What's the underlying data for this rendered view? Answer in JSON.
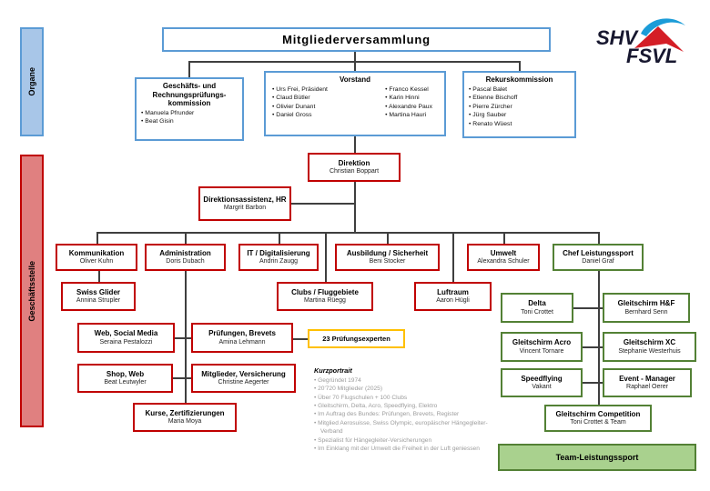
{
  "sidebar": {
    "organe": "Organe",
    "geschaeftsstelle": "Geschäftsstelle"
  },
  "logo": {
    "shv": "SHV",
    "fsvl": "FSVL"
  },
  "colors": {
    "blue_border": "#5b9bd5",
    "red_border": "#c00000",
    "green_border": "#538135",
    "yellow_border": "#ffc000",
    "green_fill": "#a9d18e",
    "organe_fill": "#a8c6e8",
    "geschaeftsstelle_fill": "#e08080",
    "logo_blue": "#1b9cd8",
    "logo_red": "#d41e26"
  },
  "nodes": {
    "mitgliederversammlung": {
      "title": "Mitgliederversammlung"
    },
    "gpk": {
      "title_lines": [
        "Geschäfts- und",
        "Rechnungsprüfungs-",
        "kommission"
      ],
      "members": [
        "Manuela Pfrunder",
        "Beat Gisin"
      ]
    },
    "vorstand": {
      "title": "Vorstand",
      "col1": [
        "Urs Frei, Präsident",
        "Claud Bütler",
        "Olivier Dunant",
        "Daniel Gross"
      ],
      "col2": [
        "Franco Kessel",
        "Karin Hinni",
        "Alexandre Paux",
        "Martina Hauri"
      ]
    },
    "rekurskommission": {
      "title": "Rekurskommission",
      "members": [
        "Pascal Balet",
        "Etienne Bischoff",
        "Pierre Zürcher",
        "Jürg Sauber",
        "Renato Wüest"
      ]
    },
    "direktion": {
      "title": "Direktion",
      "person": "Christian Boppart"
    },
    "direktionsassistenz": {
      "title": "Direktionsassistenz, HR",
      "person": "Margrit Barbon"
    },
    "kommunikation": {
      "title": "Kommunikation",
      "person": "Oliver Kuhn"
    },
    "administration": {
      "title": "Administration",
      "person": "Doris Dubach"
    },
    "it": {
      "title": "IT / Digitalisierung",
      "person": "Andrin Zaugg"
    },
    "ausbildung": {
      "title": "Ausbildung / Sicherheit",
      "person": "Beni Stocker"
    },
    "umwelt": {
      "title": "Umwelt",
      "person": "Alexandra Schuler"
    },
    "chef_leistungssport": {
      "title": "Chef Leistungssport",
      "person": "Daniel Graf"
    },
    "swiss_glider": {
      "title": "Swiss Glider",
      "person": "Annina Strupler"
    },
    "clubs": {
      "title": "Clubs / Fluggebiete",
      "person": "Martina Rüegg"
    },
    "luftraum": {
      "title": "Luftraum",
      "person": "Aaron Hügli"
    },
    "delta": {
      "title": "Delta",
      "person": "Toni Crottet"
    },
    "gleitschirm_hf": {
      "title": "Gleitschirm H&F",
      "person": "Bernhard Senn"
    },
    "web_social": {
      "title": "Web, Social Media",
      "person": "Seraina Pestalozzi"
    },
    "pruefungen": {
      "title": "Prüfungen, Brevets",
      "person": "Amina Lehmann"
    },
    "pruefungsexperten": {
      "title": "23 Prüfungsexperten"
    },
    "gleitschirm_acro": {
      "title": "Gleitschirm Acro",
      "person": "Vincent Tornare"
    },
    "gleitschirm_xc": {
      "title": "Gleitschirm XC",
      "person": "Stephanie Westerhuis"
    },
    "shop_web": {
      "title": "Shop, Web",
      "person": "Beat Leutwyler"
    },
    "mitglieder": {
      "title": "Mitglieder, Versicherung",
      "person": "Christine Aegerter"
    },
    "speedflying": {
      "title": "Speedflying",
      "person": "Vakant"
    },
    "event_manager": {
      "title": "Event - Manager",
      "person": "Raphael Oerer"
    },
    "kurse": {
      "title": "Kurse, Zertifizierungen",
      "person": "Maria Moya"
    },
    "gleitschirm_competition": {
      "title": "Gleitschirm Competition",
      "person": "Toni Crottet & Team"
    },
    "team_leistungssport": {
      "title": "Team-Leistungssport"
    }
  },
  "kurzportrait": {
    "title": "Kurzportrait",
    "items": [
      "Gegründet 1974",
      "20'720 Mitglieder (2025)",
      "Über 70 Flugschulen + 100 Clubs",
      "Gleitschirm, Delta, Acro, Speedflying, Elektro",
      "Im Auftrag des Bundes: Prüfungen, Brevets, Register",
      "Mitglied Aerosuisse, Swiss Olympic, europäischer Hängegleiter-Verband",
      "Spezialist für Hängegleiter-Versicherungen",
      "Im Einklang mit der Umwelt die Freiheit in der Luft geniessen"
    ]
  }
}
